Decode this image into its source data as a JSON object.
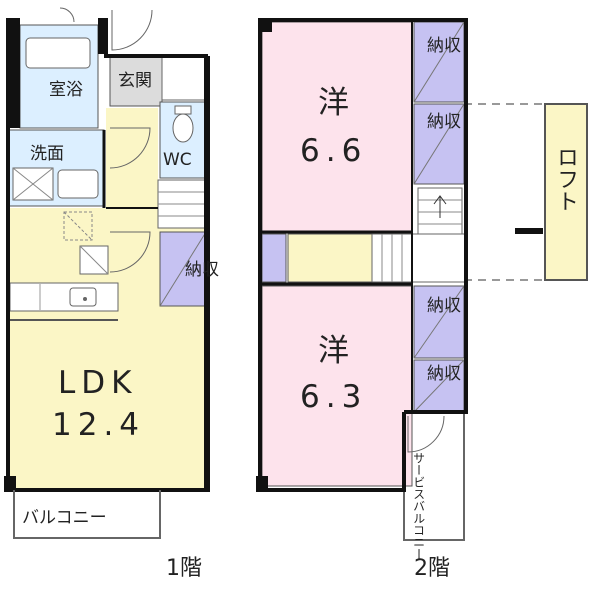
{
  "colors": {
    "ldk": "#fbf6c6",
    "bath": "#dcefff",
    "bedroom": "#fde3ec",
    "storage": "#c6c2f2",
    "loft": "#fbf6c6",
    "entrance": "#dcdcdc",
    "wall": "#111111"
  },
  "floor1": {
    "bath_label": "浴\n室",
    "entrance_label": "玄関",
    "wc_label": "WC",
    "washroom_label": "洗面",
    "storage_label": "収\n納",
    "ldk_name": "LDK",
    "ldk_size": "12.4",
    "balcony_label": "バルコニー",
    "floor_label": "1階"
  },
  "floor2": {
    "room1_name": "洋",
    "room1_size": "6.6",
    "room2_name": "洋",
    "room2_size": "6.3",
    "storage_labels": [
      "収\n納",
      "収\n納",
      "収\n納",
      "収\n納"
    ],
    "loft_label": "ロフト",
    "service_balcony_label": "サービスバルコニー",
    "floor_label": "2階"
  }
}
